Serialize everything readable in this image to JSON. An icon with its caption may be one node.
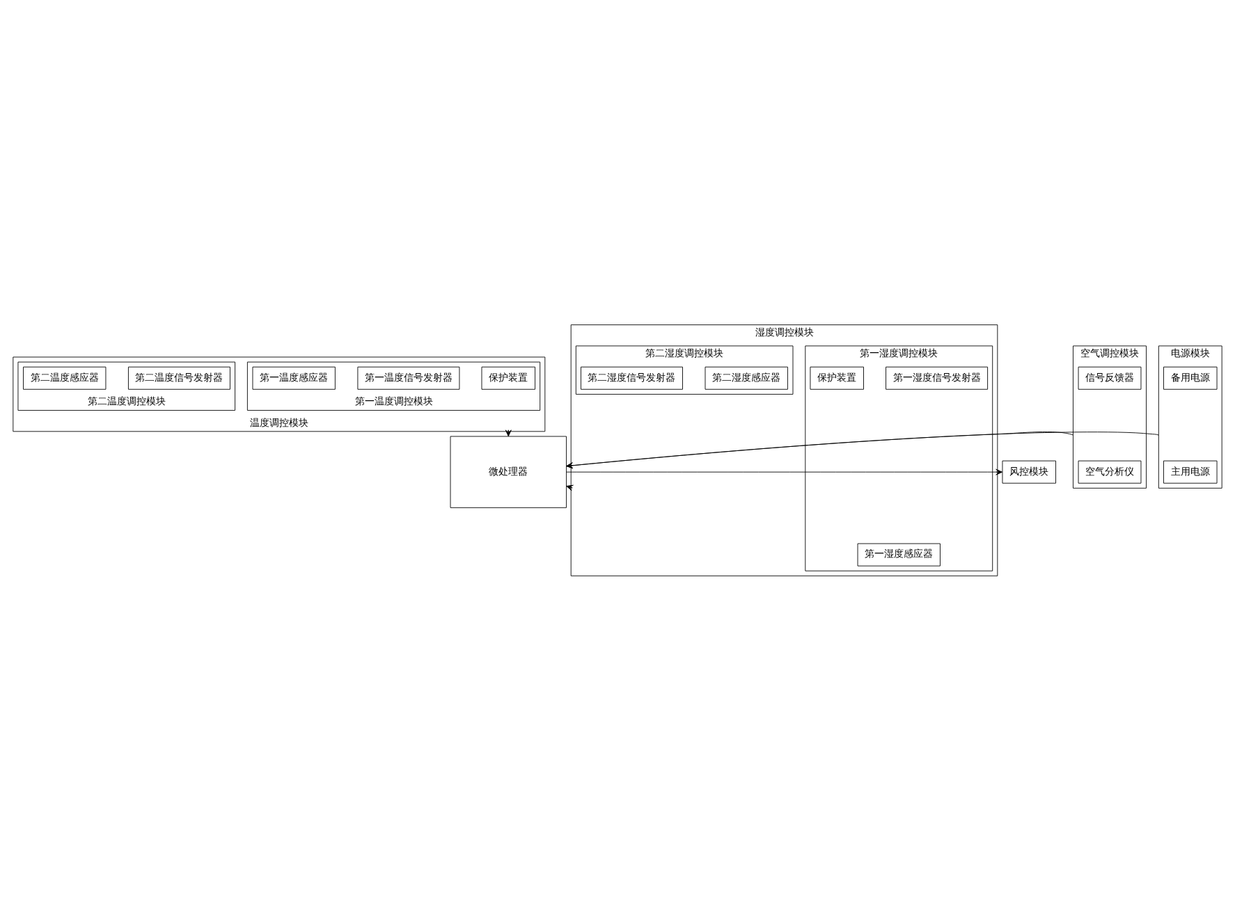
{
  "diagram": {
    "nodes": [
      {
        "text": [
          "温度调控模块"
        ]
      },
      {
        "text": [
          "第一温度调控模块"
        ],
        "in": 0
      },
      {
        "text": [
          "保护装置"
        ],
        "in": 1
      },
      {
        "text": [
          "第一温度信号发射器"
        ],
        "in": 1
      },
      {
        "text": [
          "第一温度感应器"
        ],
        "in": 1
      },
      {
        "text": [
          "第二温度调控模块"
        ],
        "in": 0
      },
      {
        "text": [
          "第二温度信号发射器"
        ],
        "in": 5
      },
      {
        "text": [
          "第二温度感应器"
        ],
        "in": 5
      },
      {
        "text": [
          "空气调控模块"
        ]
      },
      {
        "text": [
          "空气分析仪"
        ],
        "in": 8
      },
      {
        "text": [
          "信号反馈器"
        ],
        "in": 8
      },
      {
        "text": [
          "微处理器"
        ]
      },
      {
        "text": [
          "风控模块"
        ]
      },
      {
        "text": [
          "电源模块"
        ]
      },
      {
        "text": [
          "主用电源"
        ],
        "in": 13
      },
      {
        "text": [
          "备用电源"
        ],
        "in": 13
      },
      {
        "text": [
          "湿度调控模块"
        ]
      },
      {
        "text": [
          "第一湿度调控模块"
        ],
        "in": 16
      },
      {
        "text": [
          "第一湿度感应器"
        ],
        "in": 17
      },
      {
        "text": [
          "第一湿度信号发射器"
        ],
        "in": 17
      },
      {
        "text": [
          "保护装置"
        ],
        "in": 17
      },
      {
        "text": [
          "第二湿度调控模块"
        ],
        "in": 16
      },
      {
        "text": [
          "第二湿度感应器"
        ],
        "in": 21
      },
      {
        "text": [
          "第二湿度信号发射器"
        ],
        "in": 21
      }
    ],
    "edges": [
      {
        "from": 0,
        "to": 11,
        "arrow": "to"
      },
      {
        "from": 8,
        "to": 11,
        "arrow": "to"
      },
      {
        "from": 11,
        "to": 12,
        "arrow": "to"
      },
      {
        "from": 13,
        "to": 11,
        "arrow": "to"
      },
      {
        "from": 16,
        "to": 11,
        "arrow": "to"
      }
    ]
  }
}
